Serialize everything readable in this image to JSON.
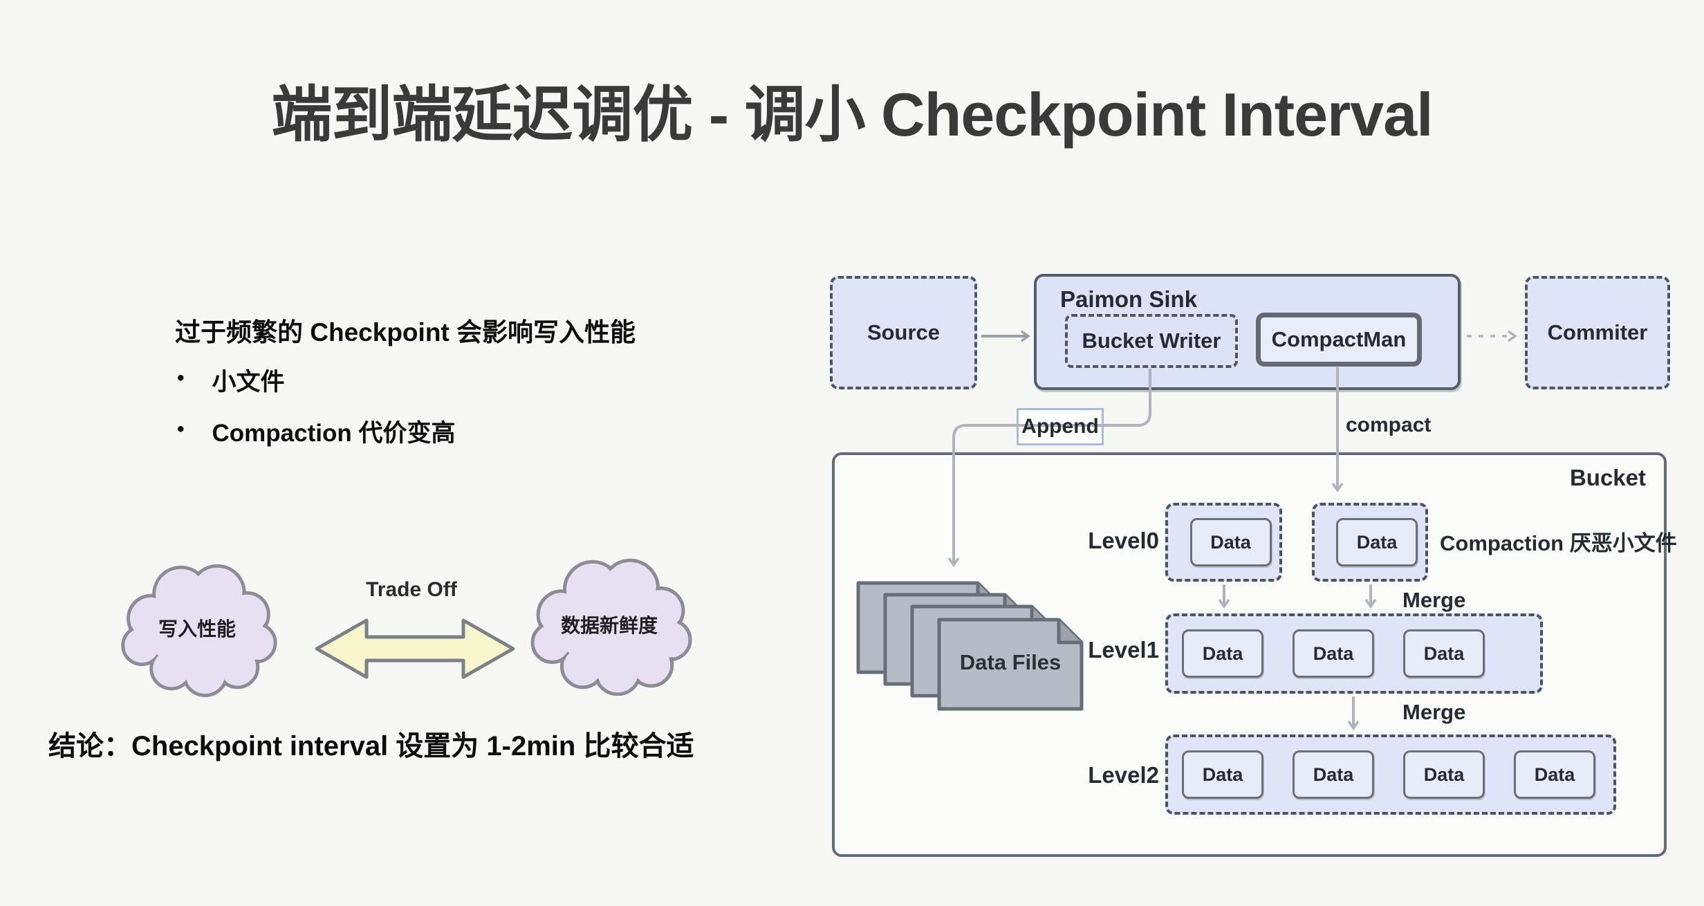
{
  "title": "端到端延迟调优 - 调小 Checkpoint Interval",
  "left_panel": {
    "heading": "过于频繁的 Checkpoint 会影响写入性能",
    "bullet_glyph": "•",
    "bullets": [
      "小文件",
      "Compaction 代价变高"
    ],
    "conclusion": "结论：Checkpoint interval 设置为 1-2min 比较合适"
  },
  "tradeoff": {
    "label": "Trade Off",
    "left_cloud": "写入性能",
    "right_cloud": "数据新鲜度"
  },
  "diagram": {
    "source": "Source",
    "paimon_sink": "Paimon Sink",
    "bucket_writer": "Bucket Writer",
    "compact_man": "CompactMan",
    "commiter": "Commiter",
    "append_label": "Append",
    "compact_label": "compact",
    "bucket": "Bucket",
    "data_files": "Data Files",
    "compaction_note": "Compaction 厌恶小文件",
    "merge_labels": [
      "Merge",
      "Merge"
    ],
    "levels": [
      {
        "label": "Level0",
        "data": [
          "Data",
          "Data"
        ]
      },
      {
        "label": "Level1",
        "data": [
          "Data",
          "Data",
          "Data"
        ]
      },
      {
        "label": "Level2",
        "data": [
          "Data",
          "Data",
          "Data",
          "Data"
        ]
      }
    ]
  },
  "colors": {
    "page_bg": "#f7f7f5",
    "node_fill": "#dfe5f7",
    "node_border": "#50565f",
    "bucket_fill": "#fbfbfa",
    "cloud_fill": "#e7e0f3",
    "cloud_border": "#8c8c97",
    "tradeoff_arrow_fill": "#f8f6cd",
    "tradeoff_arrow_border": "#7c8187",
    "file_fill": "#b7bbc3",
    "file_border": "#686e77",
    "connector": "#aeb3ba",
    "title_color": "#3a3a3a"
  }
}
